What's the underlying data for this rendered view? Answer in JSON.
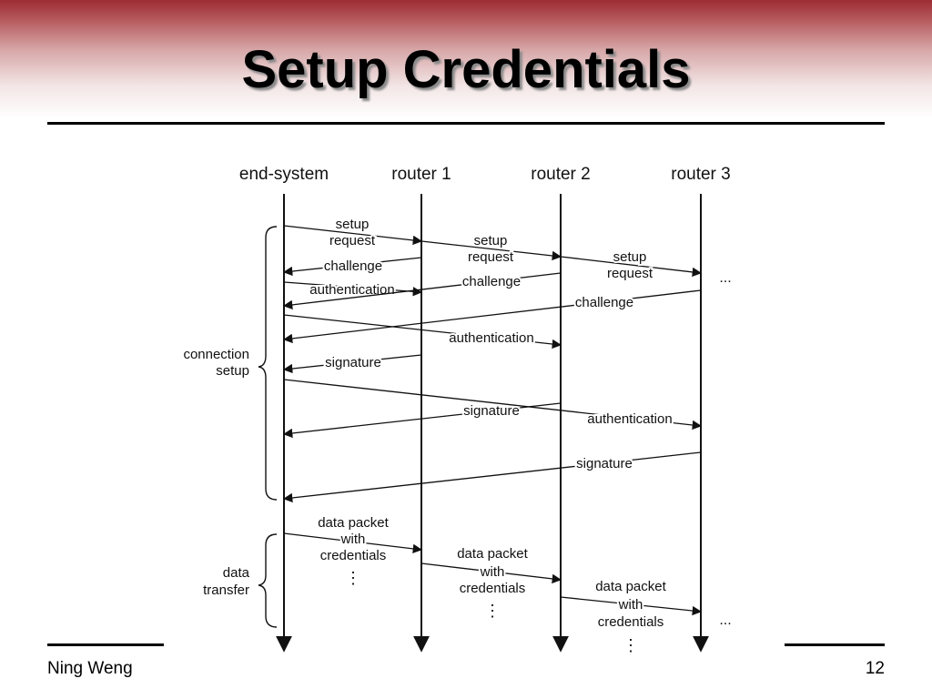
{
  "slide": {
    "title": "Setup Credentials",
    "author": "Ning Weng",
    "page_number": "12"
  },
  "diagram": {
    "participants": [
      "end-system",
      "router 1",
      "router 2",
      "router 3"
    ],
    "groups": {
      "connection_setup": [
        "connection",
        "setup"
      ],
      "data_transfer": [
        "data",
        "transfer"
      ]
    },
    "messages": {
      "setup_request": [
        "setup",
        "request"
      ],
      "challenge": "challenge",
      "authentication": "authentication",
      "signature": "signature",
      "data_packet": [
        "data packet",
        "with",
        "credentials"
      ],
      "ellipsis": "...",
      "continuation": "⋮"
    },
    "colors": {
      "band_top": "#9c2d33"
    }
  }
}
